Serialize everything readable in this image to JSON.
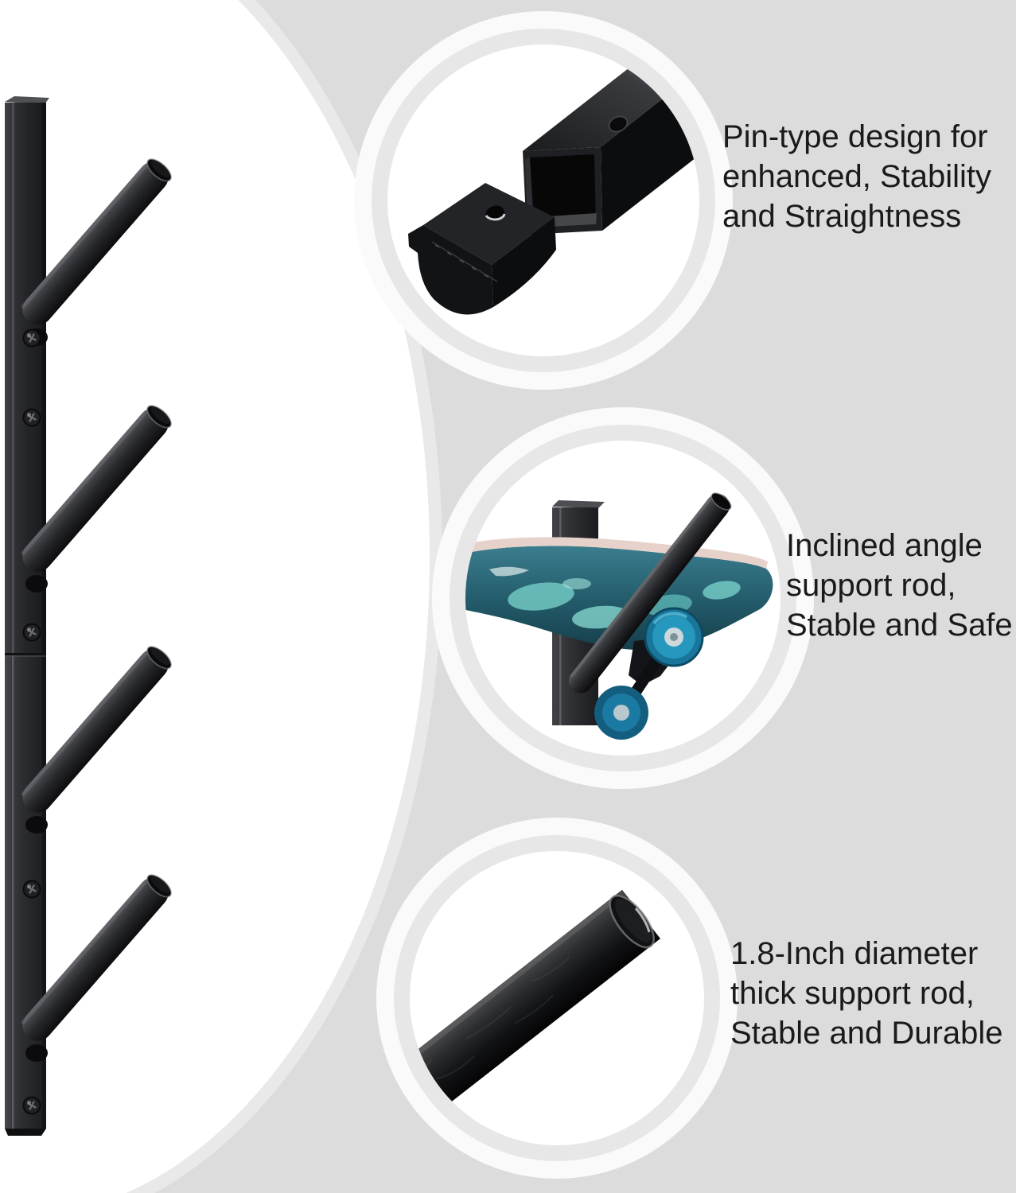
{
  "meta": {
    "type": "product-feature-infographic",
    "subject": "Wall-mounted board rack with inclined support rods"
  },
  "colors": {
    "background": "#dcdcdc",
    "spotlight_white": "#ffffff",
    "ring_gray": "#e7e7e7",
    "ring_white": "#fafafa",
    "text": "#1a1a1a",
    "metal_black": "#232427",
    "deck_teal": "#2c6b7c",
    "deck_aqua": "#76cdc7",
    "wheel_blue": "#2191b8",
    "griptape_pink": "#e6d2cb"
  },
  "main_product": {
    "alt": "Black steel wall-mounted rack: vertical square post with four upward-inclined round support rods and five mounting screws",
    "rod_count": 4,
    "screw_count": 5
  },
  "callouts": [
    {
      "id": "pin-type-design",
      "photo_alt": "Two black square steel tube sections with alignment pin holes, shown separated",
      "lines": [
        "Pin-type design for",
        "enhanced, Stability",
        "and Straightness"
      ]
    },
    {
      "id": "inclined-support-rod",
      "photo_alt": "Teal skateboard with blue wheels resting on the rack's inclined support rod",
      "lines": [
        "Inclined angle",
        "support rod,",
        "Stable and Safe"
      ]
    },
    {
      "id": "thick-support-rod",
      "photo_alt": "Close-up of the thick black round support rod with capped end",
      "lines": [
        "1.8-Inch diameter",
        "thick support rod,",
        "Stable and Durable"
      ]
    }
  ]
}
